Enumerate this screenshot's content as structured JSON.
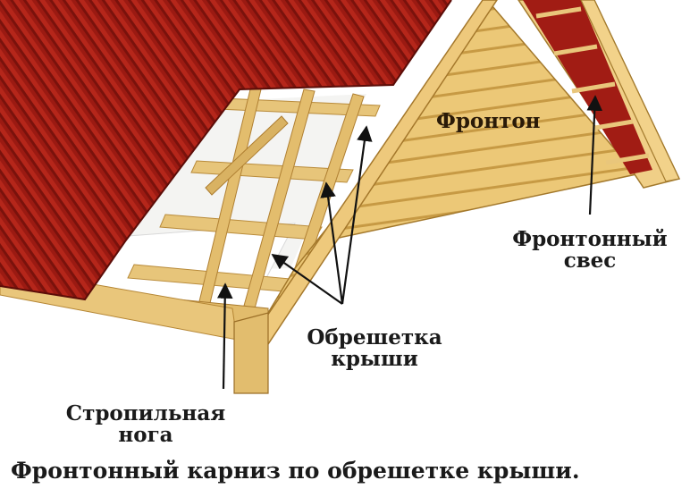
{
  "labels": {
    "fronton": "Фронтон",
    "fronton_overhang_line1": "Фронтонный",
    "fronton_overhang_line2": "свес",
    "lathing_line1": "Обрешетка",
    "lathing_line2": "крыши",
    "rafter_line1": "Стропильная",
    "rafter_line2": "нога"
  },
  "caption": "Фронтонный карниз по обрешетке крыши.",
  "colors": {
    "roof_red": "#9b1a12",
    "roof_red_dark": "#6e0f0a",
    "wood": "#e8c77a",
    "wood_dark": "#c99b45",
    "wood_light": "#f3dc9e",
    "text": "#1a1a1a"
  }
}
